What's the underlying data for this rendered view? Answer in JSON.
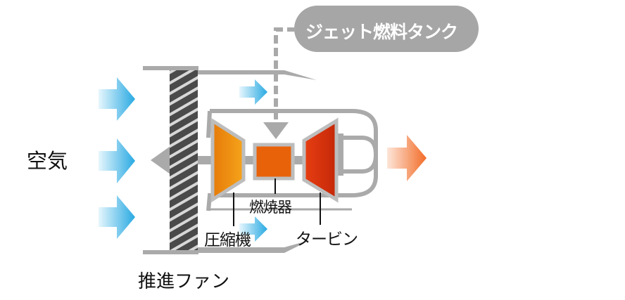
{
  "labels": {
    "air": "空気",
    "fan": "推進ファン",
    "compressor": "圧縮機",
    "combustor": "燃焼器",
    "turbine": "タービン",
    "fuel_tank": "ジェット燃料タンク"
  },
  "colors": {
    "background": "#ffffff",
    "engine_gray": "#aaaaaa",
    "fuel_pill": "#a6a6a6",
    "fan_blade": "#4a4a4a",
    "air_arrow_light": "#e6f6fd",
    "air_arrow_dark": "#28a9e2",
    "exhaust_arrow_light": "#fde6da",
    "exhaust_arrow_dark": "#f26b26",
    "compressor_dark": "#e57a09",
    "compressor_light": "#f6a41b",
    "combustor": "#e8620a",
    "turbine_dark": "#c42808",
    "turbine_light": "#e73e13",
    "label_text": "#111111",
    "fuel_text": "#ffffff"
  },
  "icons": {
    "air_inflow": "inflow-arrow-icon",
    "exhaust": "exhaust-arrow-icon",
    "fuel_flow": "fuel-flow-arrow-icon"
  }
}
